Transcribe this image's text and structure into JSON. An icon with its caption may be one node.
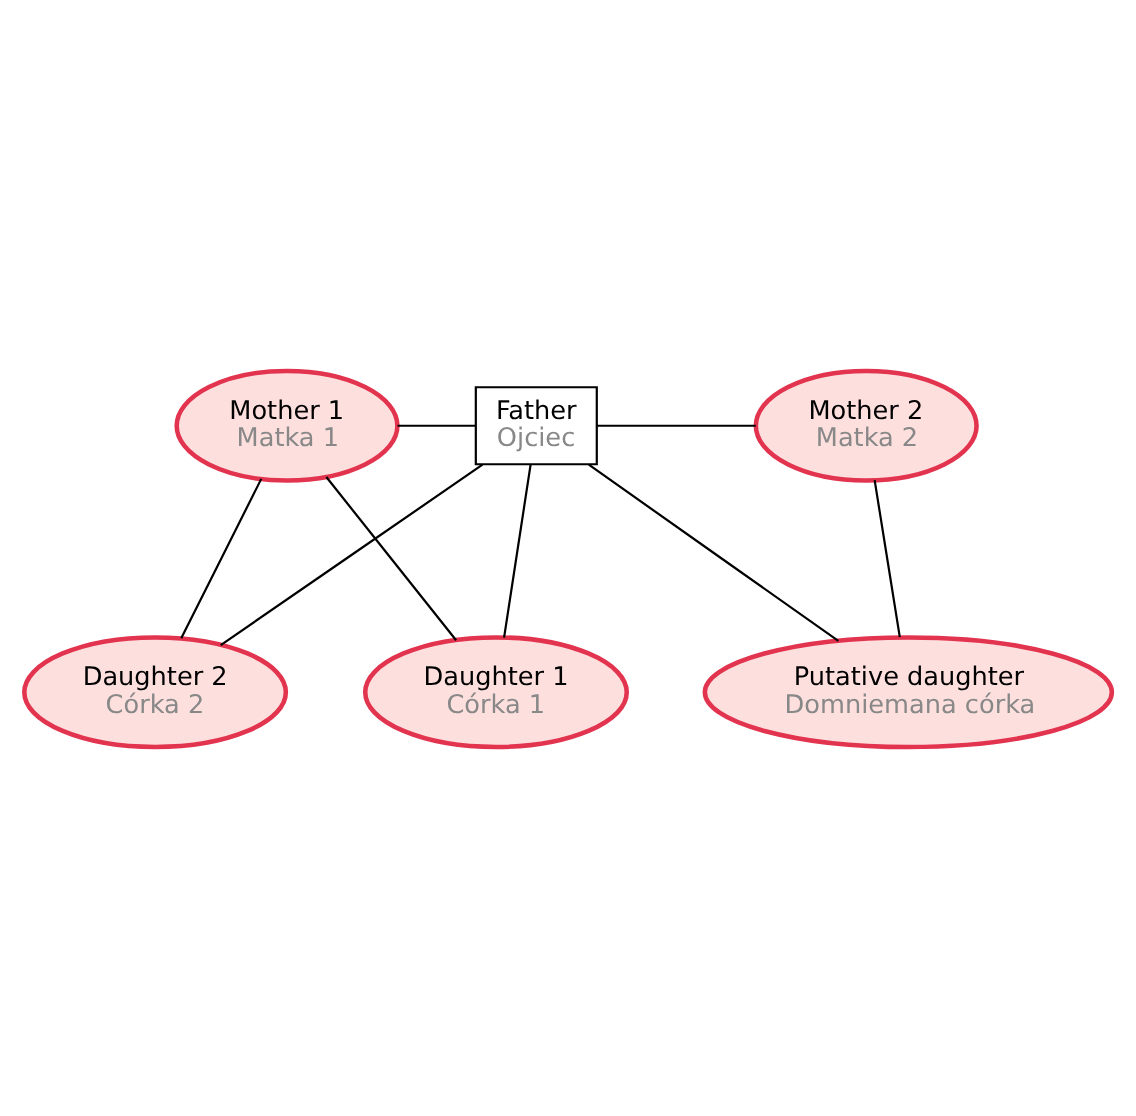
{
  "diagram": {
    "nodes": [
      {
        "text": [
          "Mother 1",
          "Matka 1"
        ]
      },
      {
        "text": [
          "Father",
          "Ojciec"
        ]
      },
      {
        "text": [
          "Mother 2",
          "Matka 2"
        ]
      },
      {
        "text": [
          "Daughter 1",
          "Córka 1"
        ]
      },
      {
        "text": [
          "Daughter 2",
          "Córka 2"
        ]
      },
      {
        "text": [
          "Putative daughter",
          "Domniemana córka"
        ]
      }
    ],
    "edges": [
      {
        "from": 0,
        "to": 1,
        "arrow": "none"
      },
      {
        "from": 1,
        "to": 2,
        "arrow": "none"
      },
      {
        "from": 0,
        "to": 3,
        "arrow": "none"
      },
      {
        "from": 1,
        "to": 3,
        "arrow": "none"
      },
      {
        "from": 0,
        "to": 4,
        "arrow": "none"
      },
      {
        "from": 1,
        "to": 4,
        "arrow": "none"
      },
      {
        "from": 1,
        "to": 5,
        "arrow": "none"
      },
      {
        "from": 2,
        "to": 5,
        "arrow": "none"
      }
    ]
  }
}
